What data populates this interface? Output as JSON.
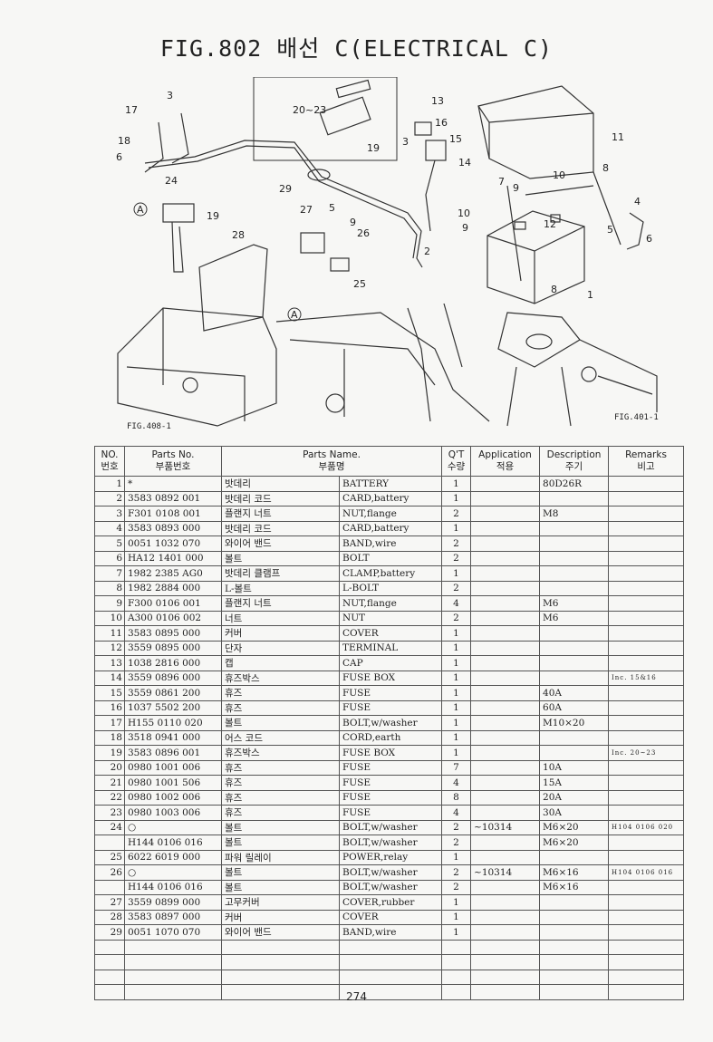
{
  "title": "FIG.802 배선 C(ELECTRICAL C)",
  "diagram": {
    "callouts": [
      "17",
      "3",
      "18",
      "6",
      "24",
      "A",
      "19",
      "20~23",
      "19",
      "13",
      "16",
      "3",
      "15",
      "14",
      "11",
      "29",
      "27",
      "5",
      "9",
      "26",
      "28",
      "25",
      "2",
      "7",
      "9",
      "10",
      "10",
      "9",
      "12",
      "8",
      "4",
      "5",
      "6",
      "8",
      "1",
      "A"
    ],
    "fig_refs": [
      "FIG.408-1",
      "FIG.401-1"
    ]
  },
  "table": {
    "headers": {
      "no_en": "NO.",
      "no_ko": "번호",
      "partno_en": "Parts No.",
      "partno_ko": "부품번호",
      "name_en": "Parts Name.",
      "name_ko": "부품명",
      "qty_en": "Q'T",
      "qty_ko": "수량",
      "app_en": "Application",
      "app_ko": "적용",
      "desc_en": "Description",
      "desc_ko": "주기",
      "rem_en": "Remarks",
      "rem_ko": "비고"
    },
    "rows": [
      {
        "no": "1",
        "part": "*",
        "ko": "밧데리",
        "en": "BATTERY",
        "qty": "1",
        "app": "",
        "desc": "80D26R",
        "rem": ""
      },
      {
        "no": "2",
        "part": "3583 0892 001",
        "ko": "밧데리 코드",
        "en": "CARD,battery",
        "qty": "1",
        "app": "",
        "desc": "",
        "rem": ""
      },
      {
        "no": "3",
        "part": "F301 0108 001",
        "ko": "플랜지 너트",
        "en": "NUT,flange",
        "qty": "2",
        "app": "",
        "desc": "M8",
        "rem": ""
      },
      {
        "no": "4",
        "part": "3583 0893 000",
        "ko": "밧데리 코드",
        "en": "CARD,battery",
        "qty": "1",
        "app": "",
        "desc": "",
        "rem": ""
      },
      {
        "no": "5",
        "part": "0051 1032 070",
        "ko": "와이어 밴드",
        "en": "BAND,wire",
        "qty": "2",
        "app": "",
        "desc": "",
        "rem": ""
      },
      {
        "no": "6",
        "part": "HA12 1401 000",
        "ko": "볼트",
        "en": "BOLT",
        "qty": "2",
        "app": "",
        "desc": "",
        "rem": ""
      },
      {
        "no": "7",
        "part": "1982 2385 AG0",
        "ko": "밧데리 클램프",
        "en": "CLAMP,battery",
        "qty": "1",
        "app": "",
        "desc": "",
        "rem": ""
      },
      {
        "no": "8",
        "part": "1982 2884 000",
        "ko": "L-볼트",
        "en": "L-BOLT",
        "qty": "2",
        "app": "",
        "desc": "",
        "rem": ""
      },
      {
        "no": "9",
        "part": "F300 0106 001",
        "ko": "플랜지 너트",
        "en": "NUT,flange",
        "qty": "4",
        "app": "",
        "desc": "M6",
        "rem": ""
      },
      {
        "no": "10",
        "part": "A300 0106 002",
        "ko": "너트",
        "en": "NUT",
        "qty": "2",
        "app": "",
        "desc": "M6",
        "rem": ""
      },
      {
        "no": "11",
        "part": "3583 0895 000",
        "ko": "커버",
        "en": "COVER",
        "qty": "1",
        "app": "",
        "desc": "",
        "rem": ""
      },
      {
        "no": "12",
        "part": "3559 0895 000",
        "ko": "단자",
        "en": "TERMINAL",
        "qty": "1",
        "app": "",
        "desc": "",
        "rem": ""
      },
      {
        "no": "13",
        "part": "1038 2816 000",
        "ko": "캡",
        "en": "CAP",
        "qty": "1",
        "app": "",
        "desc": "",
        "rem": ""
      },
      {
        "no": "14",
        "part": "3559 0896 000",
        "ko": "휴즈박스",
        "en": "FUSE BOX",
        "qty": "1",
        "app": "",
        "desc": "",
        "rem": "Inc. 15&16"
      },
      {
        "no": "15",
        "part": "3559 0861 200",
        "ko": "휴즈",
        "en": "FUSE",
        "qty": "1",
        "app": "",
        "desc": "40A",
        "rem": ""
      },
      {
        "no": "16",
        "part": "1037 5502 200",
        "ko": "휴즈",
        "en": "FUSE",
        "qty": "1",
        "app": "",
        "desc": "60A",
        "rem": ""
      },
      {
        "no": "17",
        "part": "H155 0110 020",
        "ko": "볼트",
        "en": "BOLT,w/washer",
        "qty": "1",
        "app": "",
        "desc": "M10×20",
        "rem": ""
      },
      {
        "no": "18",
        "part": "3518 0941 000",
        "ko": "어스 코드",
        "en": "CORD,earth",
        "qty": "1",
        "app": "",
        "desc": "",
        "rem": ""
      },
      {
        "no": "19",
        "part": "3583 0896 001",
        "ko": "휴즈박스",
        "en": "FUSE BOX",
        "qty": "1",
        "app": "",
        "desc": "",
        "rem": "Inc. 20~23"
      },
      {
        "no": "20",
        "part": "0980 1001 006",
        "ko": "휴즈",
        "en": "FUSE",
        "qty": "7",
        "app": "",
        "desc": "10A",
        "rem": ""
      },
      {
        "no": "21",
        "part": "0980 1001 506",
        "ko": "휴즈",
        "en": "FUSE",
        "qty": "4",
        "app": "",
        "desc": "15A",
        "rem": ""
      },
      {
        "no": "22",
        "part": "0980 1002 006",
        "ko": "휴즈",
        "en": "FUSE",
        "qty": "8",
        "app": "",
        "desc": "20A",
        "rem": ""
      },
      {
        "no": "23",
        "part": "0980 1003 006",
        "ko": "휴즈",
        "en": "FUSE",
        "qty": "4",
        "app": "",
        "desc": "30A",
        "rem": ""
      },
      {
        "no": "24",
        "part": "○",
        "ko": "볼트",
        "en": "BOLT,w/washer",
        "qty": "2",
        "app": "~10314",
        "desc": "M6×20",
        "rem": "H104 0106 020"
      },
      {
        "no": "",
        "part": "H144 0106 016",
        "ko": "볼트",
        "en": "BOLT,w/washer",
        "qty": "2",
        "app": "",
        "desc": "M6×20",
        "rem": ""
      },
      {
        "no": "25",
        "part": "6022 6019 000",
        "ko": "파워 릴레이",
        "en": "POWER,relay",
        "qty": "1",
        "app": "",
        "desc": "",
        "rem": ""
      },
      {
        "no": "26",
        "part": "○",
        "ko": "볼트",
        "en": "BOLT,w/washer",
        "qty": "2",
        "app": "~10314",
        "desc": "M6×16",
        "rem": "H104 0106 016"
      },
      {
        "no": "",
        "part": "H144 0106 016",
        "ko": "볼트",
        "en": "BOLT,w/washer",
        "qty": "2",
        "app": "",
        "desc": "M6×16",
        "rem": ""
      },
      {
        "no": "27",
        "part": "3559 0899 000",
        "ko": "고무커버",
        "en": "COVER,rubber",
        "qty": "1",
        "app": "",
        "desc": "",
        "rem": ""
      },
      {
        "no": "28",
        "part": "3583 0897 000",
        "ko": "커버",
        "en": "COVER",
        "qty": "1",
        "app": "",
        "desc": "",
        "rem": ""
      },
      {
        "no": "29",
        "part": "0051 1070 070",
        "ko": "와이어 밴드",
        "en": "BAND,wire",
        "qty": "1",
        "app": "",
        "desc": "",
        "rem": ""
      }
    ],
    "blank_rows": 4
  },
  "page_number": "274"
}
